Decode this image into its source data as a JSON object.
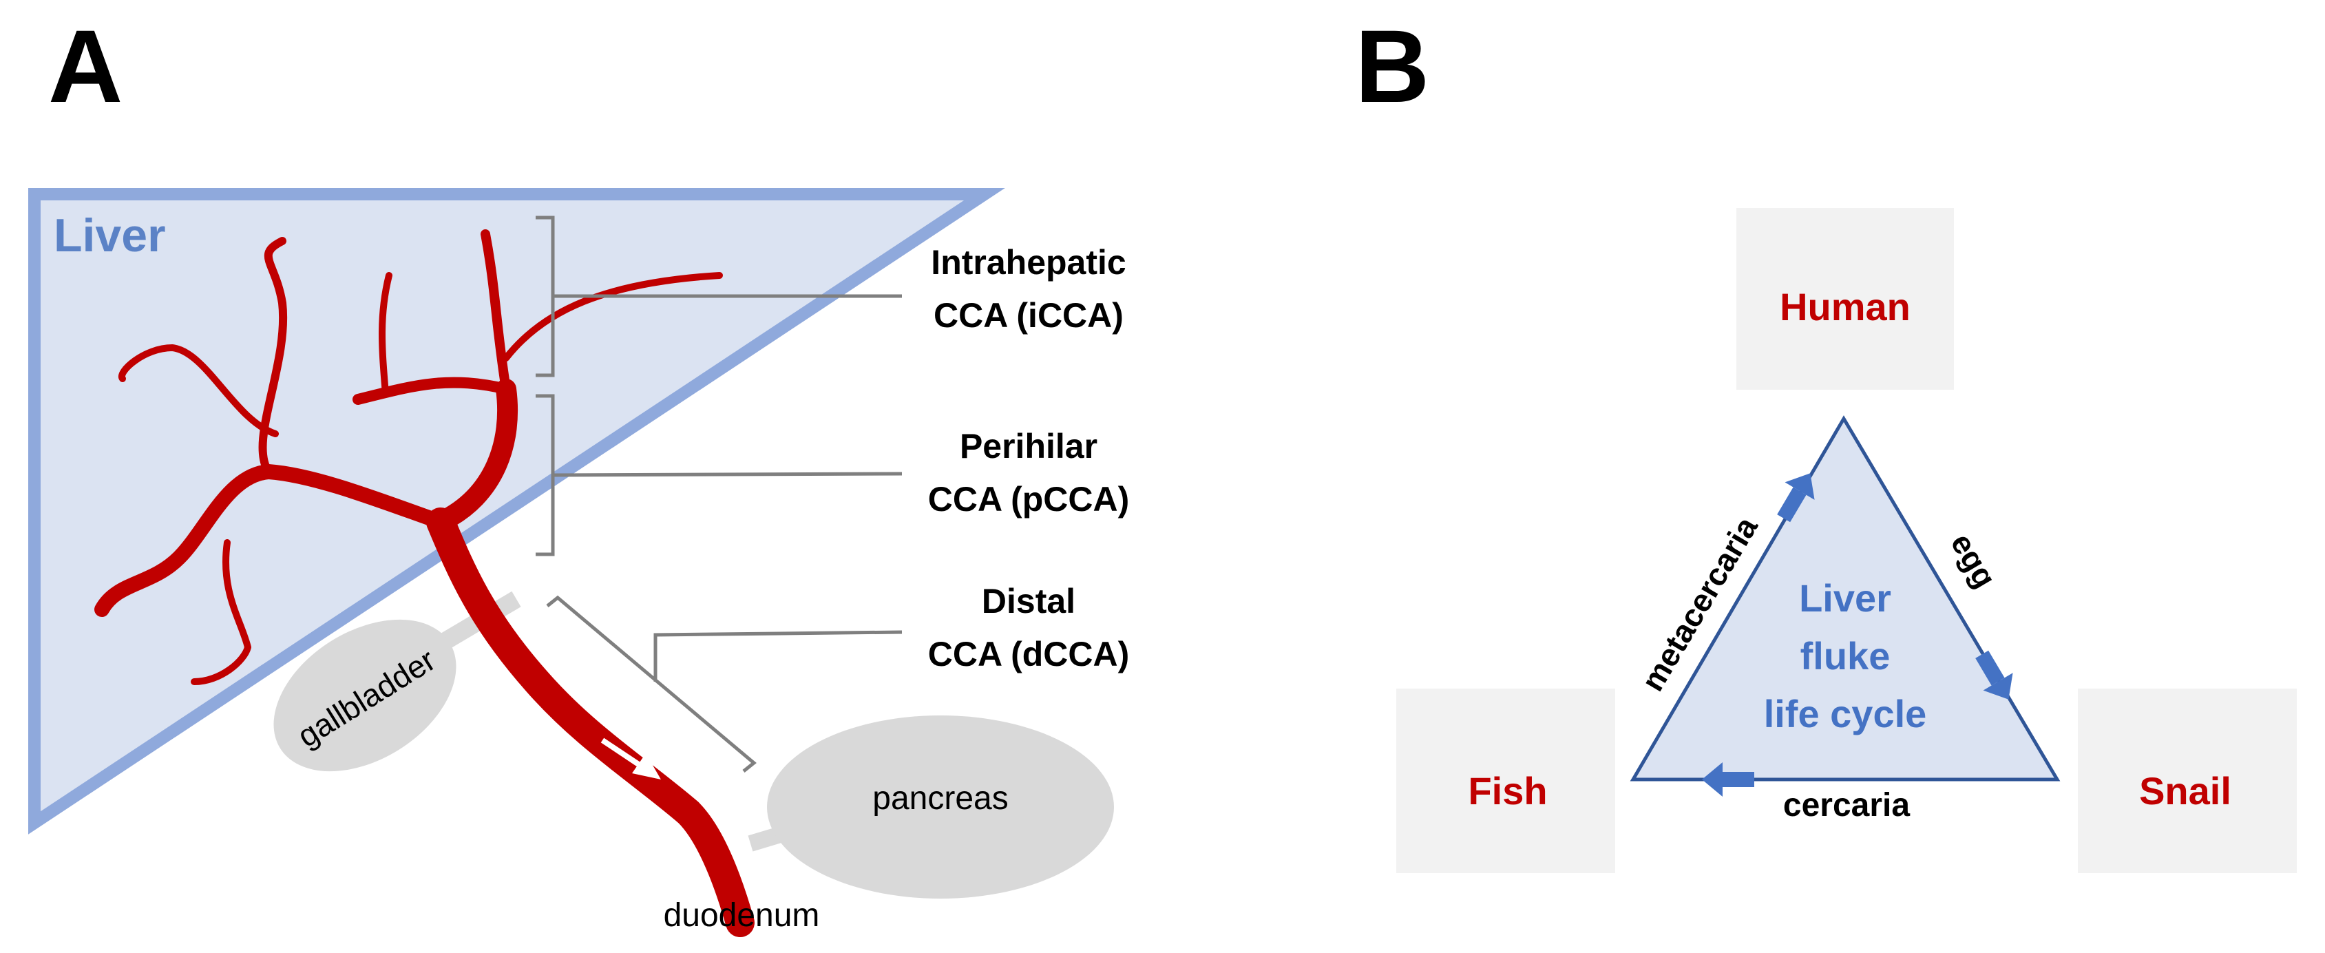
{
  "panel_a": {
    "letter": "A",
    "liver_label": "Liver",
    "intrahepatic": {
      "line1": "Intrahepatic",
      "line2": "CCA (iCCA)"
    },
    "perihilar": {
      "line1": "Perihilar",
      "line2": "CCA (pCCA)"
    },
    "distal": {
      "line1": "Distal",
      "line2": "CCA (dCCA)"
    },
    "gallbladder_label": "gallbladder",
    "pancreas_label": "pancreas",
    "duodenum_label": "duodenum"
  },
  "panel_b": {
    "letter": "B",
    "human_label": "Human",
    "fish_label": "Fish",
    "snail_label": "Snail",
    "center": {
      "line1": "Liver",
      "line2": "fluke",
      "line3": "life cycle"
    },
    "edge_egg": "egg",
    "edge_cercaria": "cercaria",
    "edge_metacercaria": "metacercaria"
  },
  "colors": {
    "liver_fill": "#dbe3f2",
    "liver_stroke": "#8fa9dc",
    "liver_text": "#5b82c6",
    "duct": "#c00000",
    "organ_fill": "#d9d9d9",
    "host_box": "#f2f2f2",
    "host_text": "#c00000",
    "cycle_text": "#4472c4",
    "arrow": "#4472c4",
    "bracket": "#7f7f7f"
  }
}
